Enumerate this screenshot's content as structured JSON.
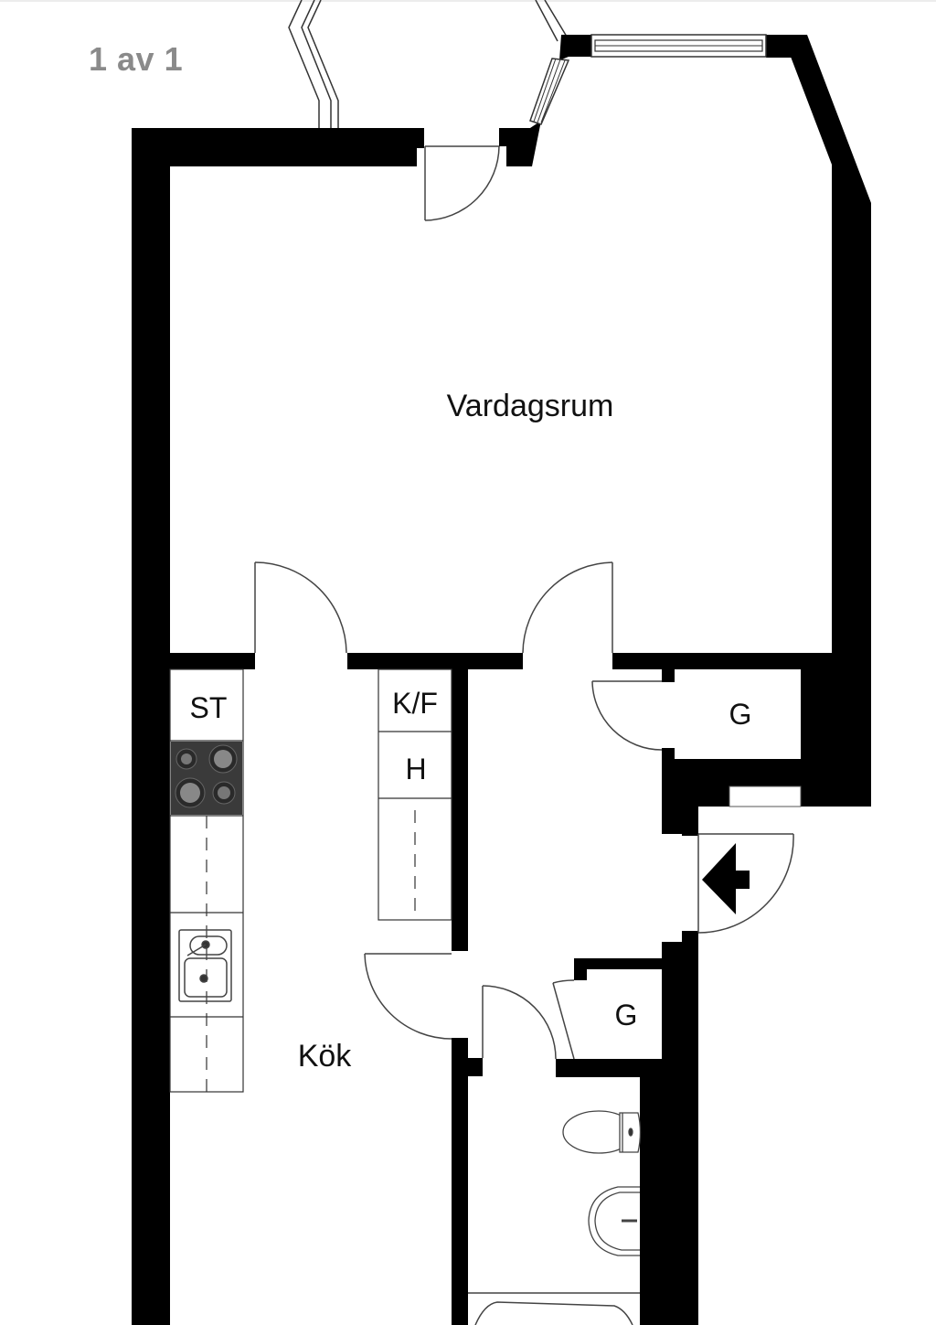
{
  "viewer": {
    "page_counter": "1 av 1"
  },
  "floorplan": {
    "rooms": [
      {
        "id": "living-room",
        "label": "Vardagsrum"
      },
      {
        "id": "kitchen",
        "label": "Kök"
      },
      {
        "id": "stove-cabinet",
        "label": "ST"
      },
      {
        "id": "fridge-freezer",
        "label": "K/F"
      },
      {
        "id": "tall-cabinet",
        "label": "H"
      },
      {
        "id": "wardrobe-hall",
        "label": "G"
      },
      {
        "id": "wardrobe-bath",
        "label": "G"
      }
    ],
    "symbols": [
      "entrance-arrow",
      "stove",
      "sink",
      "toilet",
      "washbasin",
      "bathtub",
      "windows",
      "balcony",
      "doors"
    ],
    "colors": {
      "wall": "#000000",
      "line": "#333333",
      "stove": "#3a3a3a",
      "hob": "#777777",
      "counter_text": "#8a8a8a"
    }
  }
}
